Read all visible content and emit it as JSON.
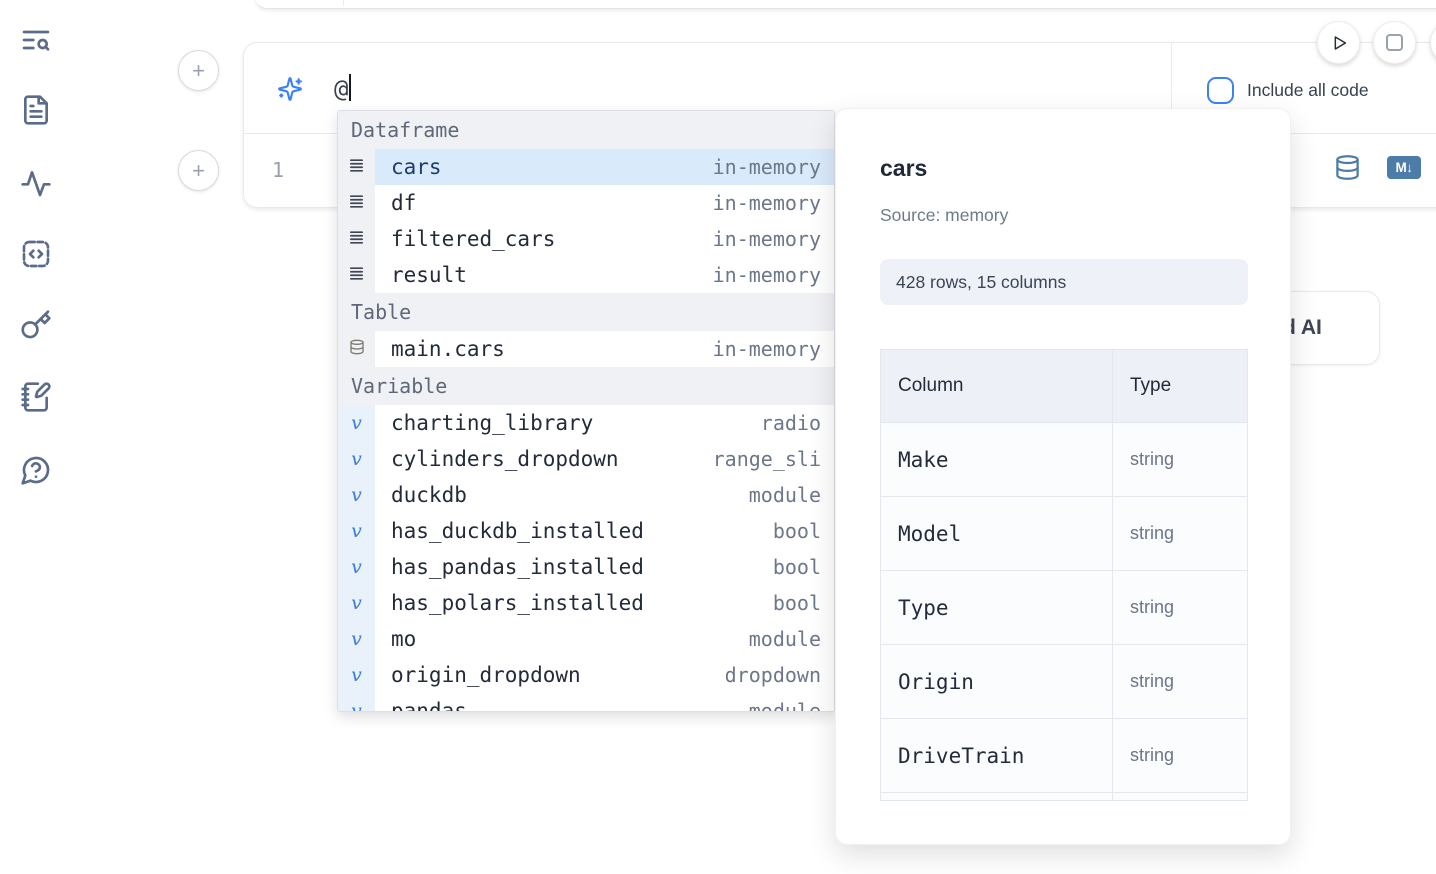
{
  "colors": {
    "accent_blue": "#3b82f6",
    "steel_blue": "#4e7ca8",
    "selected_row_bg": "#d9eafb",
    "sidebar_icon": "#5b6b8a"
  },
  "sidebar": {
    "items": [
      {
        "icon": "text-search-icon"
      },
      {
        "icon": "file-text-icon"
      },
      {
        "icon": "activity-icon"
      },
      {
        "icon": "code-square-icon"
      },
      {
        "icon": "key-icon"
      },
      {
        "icon": "notebook-pen-icon"
      },
      {
        "icon": "help-circle-icon"
      }
    ]
  },
  "cell": {
    "prompt_value": "@",
    "include_all_code_label": "Include all code",
    "line_number": "1",
    "markdown_badge": "M↓"
  },
  "autocomplete": {
    "sections": [
      {
        "label": "Dataframe",
        "kind": "dataframe",
        "items": [
          {
            "name": "cars",
            "type": "in-memory",
            "selected": true
          },
          {
            "name": "df",
            "type": "in-memory"
          },
          {
            "name": "filtered_cars",
            "type": "in-memory"
          },
          {
            "name": "result",
            "type": "in-memory"
          }
        ]
      },
      {
        "label": "Table",
        "kind": "table",
        "items": [
          {
            "name": "main.cars",
            "type": "in-memory"
          }
        ]
      },
      {
        "label": "Variable",
        "kind": "variable",
        "items": [
          {
            "name": "charting_library",
            "type": "radio"
          },
          {
            "name": "cylinders_dropdown",
            "type": "range_sli"
          },
          {
            "name": "duckdb",
            "type": "module"
          },
          {
            "name": "has_duckdb_installed",
            "type": "bool"
          },
          {
            "name": "has_pandas_installed",
            "type": "bool"
          },
          {
            "name": "has_polars_installed",
            "type": "bool"
          },
          {
            "name": "mo",
            "type": "module"
          },
          {
            "name": "origin_dropdown",
            "type": "dropdown"
          },
          {
            "name": "pandas",
            "type": "module",
            "partial": true
          }
        ]
      }
    ]
  },
  "ai_button": {
    "visible_label": "d AI"
  },
  "preview": {
    "title": "cars",
    "source": "Source: memory",
    "shape": "428 rows, 15 columns",
    "table": {
      "headers": [
        "Column",
        "Type"
      ],
      "rows": [
        {
          "column": "Make",
          "type": "string"
        },
        {
          "column": "Model",
          "type": "string"
        },
        {
          "column": "Type",
          "type": "string"
        },
        {
          "column": "Origin",
          "type": "string"
        },
        {
          "column": "DriveTrain",
          "type": "string"
        },
        {
          "column": "",
          "type": "",
          "partial": true
        }
      ]
    }
  }
}
